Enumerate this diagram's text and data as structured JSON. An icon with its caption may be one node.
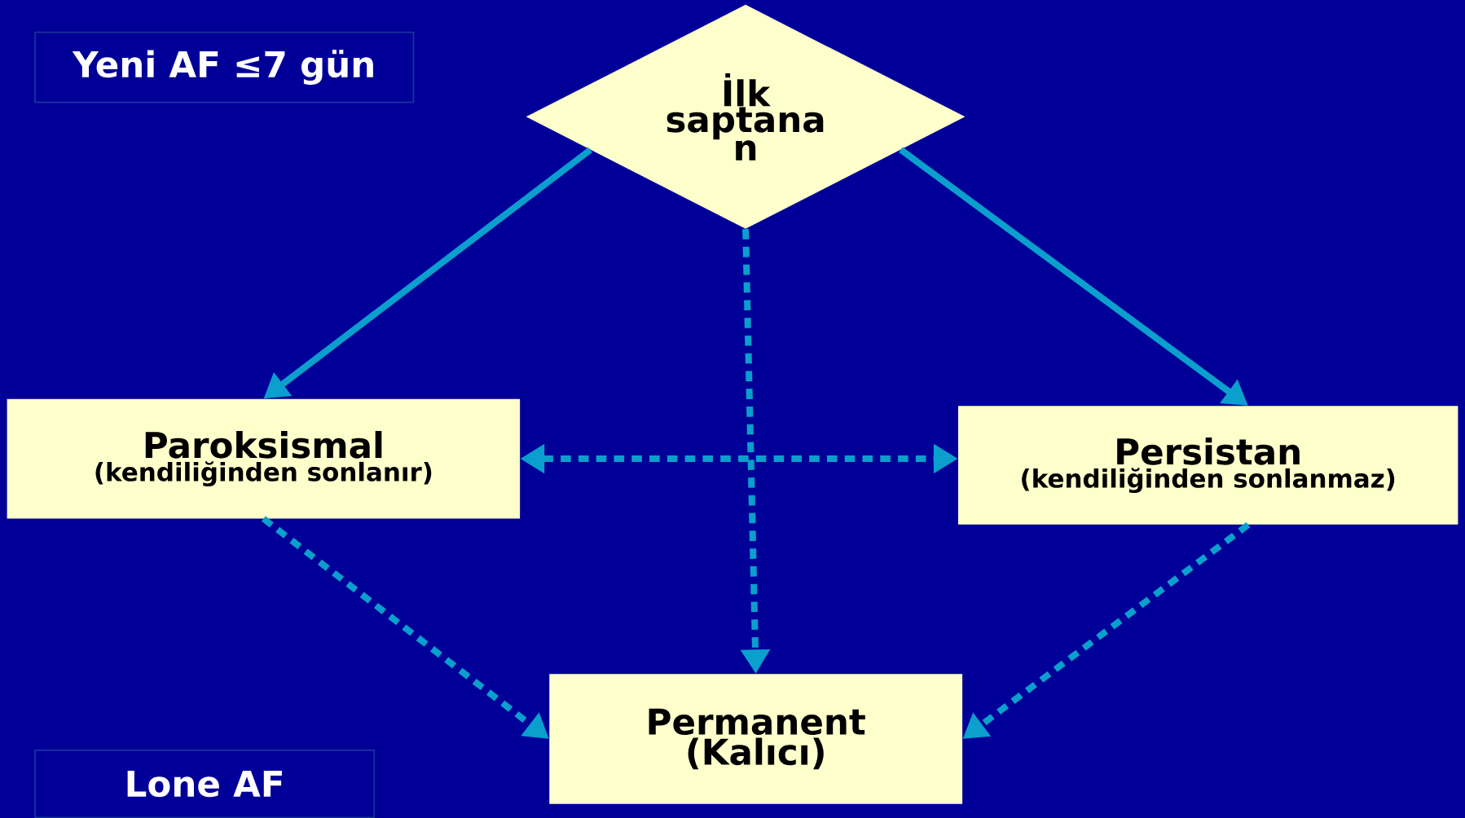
{
  "diagram": {
    "nodes": [
      {
        "text": [
          "İlk saptana n"
        ]
      },
      {
        "text": [
          "Paroksismal",
          "(kendiliğinden sonlanır)"
        ]
      },
      {
        "text": [
          "Persistan",
          "(kendiliğinden sonlanmaz)"
        ]
      },
      {
        "text": [
          "Permanent",
          "(Kalıcı)"
        ]
      },
      {
        "text": [
          "Yeni AF ≤7 gün"
        ]
      },
      {
        "text": [
          "Lone AF"
        ]
      }
    ],
    "edges": [
      {
        "from": 0,
        "to": 1,
        "arrow": "to"
      },
      {
        "from": 0,
        "to": 2,
        "arrow": "to"
      },
      {
        "from": 0,
        "to": 3,
        "arrow": "to",
        "style": "dashed"
      },
      {
        "from": 1,
        "to": 2,
        "arrow": "both",
        "style": "dashed"
      },
      {
        "from": 1,
        "to": 3,
        "arrow": "to",
        "style": "dashed"
      },
      {
        "from": 2,
        "to": 3,
        "arrow": "to",
        "style": "dashed"
      }
    ]
  }
}
